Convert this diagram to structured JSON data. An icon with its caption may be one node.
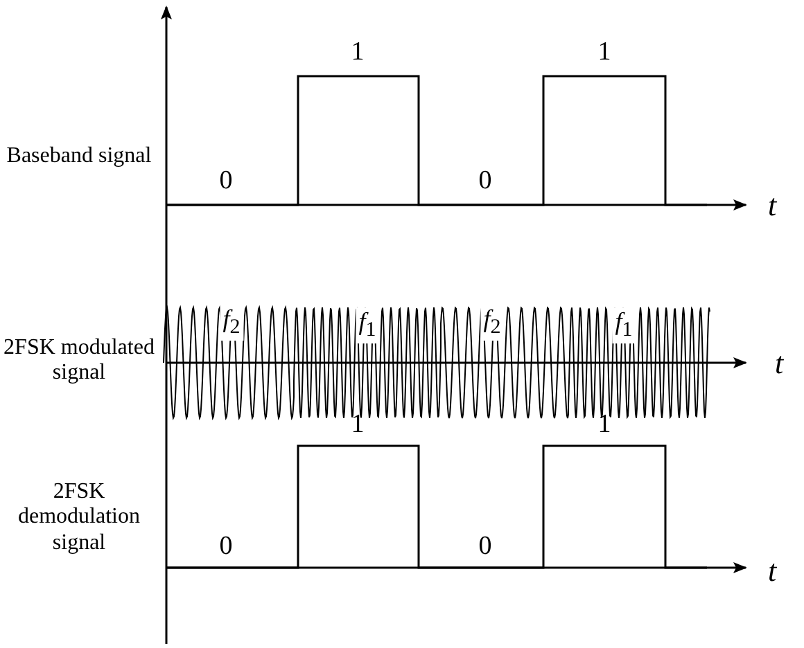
{
  "diagram": {
    "labels": [
      "Baseband signal",
      "1",
      "1",
      "0",
      "0",
      "t",
      "2FSK modulated signal",
      "*f*$_{2}$",
      "*f*$_{1}$",
      "*f*$_{2}$",
      "*f*$_{1}$",
      "t",
      "2FSK demodulation signal",
      "1",
      "1",
      "0",
      "0",
      "t"
    ]
  }
}
